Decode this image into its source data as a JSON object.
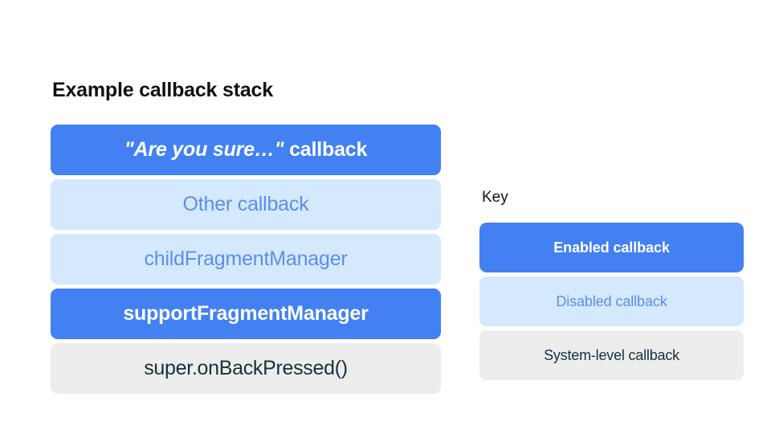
{
  "colors": {
    "enabled_bg": "#4380f2",
    "enabled_fg": "#ffffff",
    "disabled_bg": "#d4e9fd",
    "disabled_fg": "#5c8def",
    "system_bg": "#ededed",
    "system_fg": "#16313d",
    "page_bg": "#ffffff",
    "title_fg": "#111111"
  },
  "stack": {
    "title": "Example callback stack",
    "rows": [
      {
        "quoted": "\"Are you sure…\"",
        "rest": " callback",
        "state": "enabled"
      },
      {
        "label": "Other callback",
        "state": "disabled"
      },
      {
        "label": "childFragmentManager",
        "state": "disabled"
      },
      {
        "label": "supportFragmentManager",
        "state": "enabled"
      },
      {
        "label": "super.onBackPressed()",
        "state": "system"
      }
    ]
  },
  "key": {
    "title": "Key",
    "items": [
      {
        "label": "Enabled callback",
        "state": "enabled"
      },
      {
        "label": "Disabled callback",
        "state": "disabled"
      },
      {
        "label": "System-level callback",
        "state": "system"
      }
    ]
  }
}
